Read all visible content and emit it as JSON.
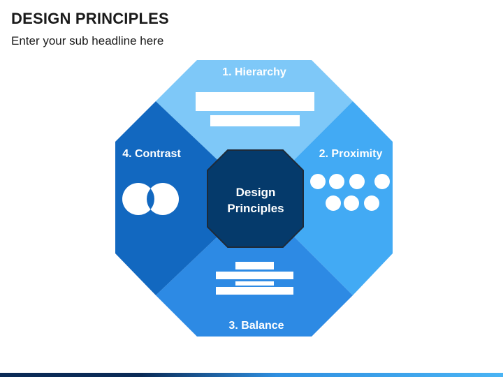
{
  "header": {
    "title": "DESIGN PRINCIPLES",
    "subtitle": "Enter your sub headline here"
  },
  "center": {
    "line1": "Design",
    "line2": "Principles"
  },
  "segments": [
    {
      "label": "1. Hierarchy",
      "color": "#7ec8f8",
      "icon": "hierarchy-bars-icon"
    },
    {
      "label": "2. Proximity",
      "color": "#42aaf4",
      "icon": "proximity-dots-icon"
    },
    {
      "label": "3. Balance",
      "color": "#2d8ae4",
      "icon": "balance-bars-icon"
    },
    {
      "label": "4. Contrast",
      "color": "#1268c0",
      "icon": "contrast-circles-icon"
    }
  ],
  "colors": {
    "center_fill": "#053a6b",
    "center_stroke": "#1e2a38",
    "icon_fill": "#ffffff",
    "bottom_bar_dark": "#0a2a56",
    "bottom_bar_light": "#4ab4f4"
  }
}
